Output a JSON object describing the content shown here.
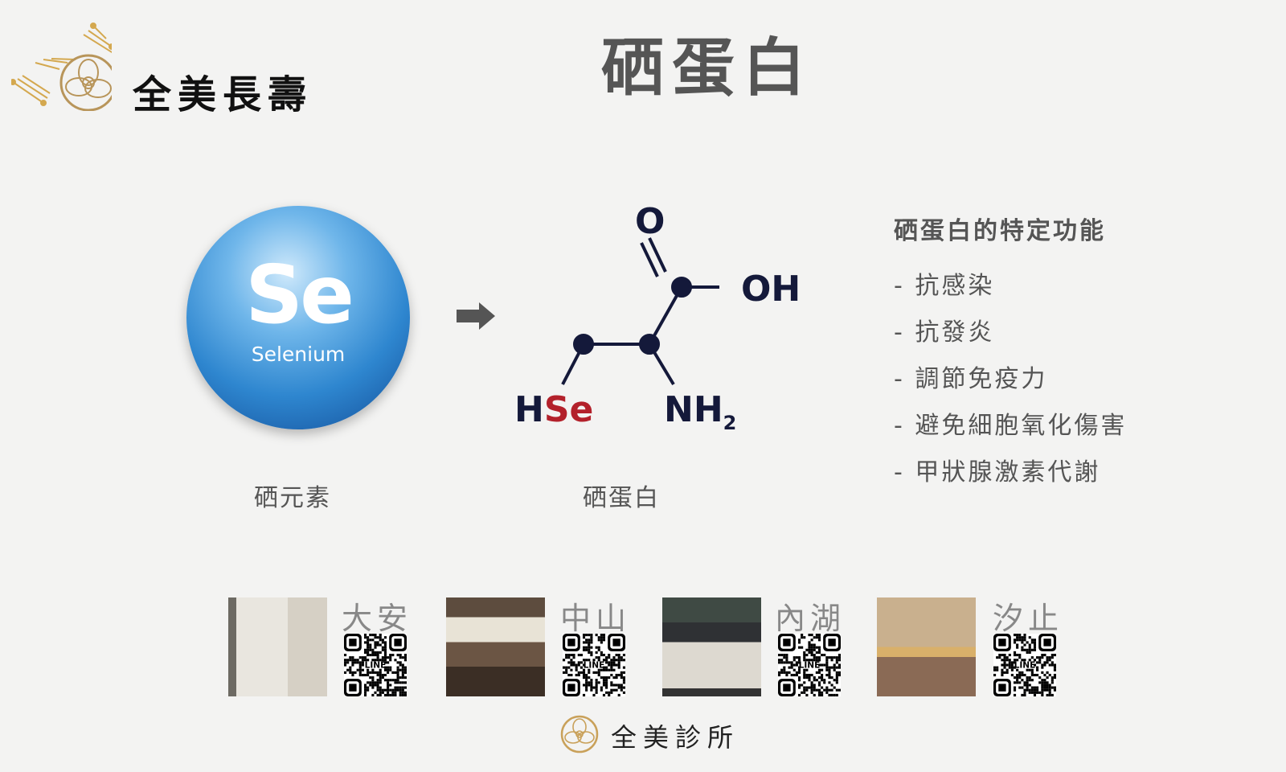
{
  "header": {
    "logo_text": "全美長壽",
    "title": "硒蛋白"
  },
  "element": {
    "symbol": "Se",
    "name": "Selenium",
    "caption": "硒元素"
  },
  "molecule": {
    "o": "O",
    "oh": "OH",
    "hse_h": "H",
    "hse_se": "Se",
    "nh2": "NH",
    "nh2_sub": "2",
    "caption": "硒蛋白"
  },
  "functions": {
    "title": "硒蛋白的特定功能",
    "items": [
      "- 抗感染",
      "- 抗發炎",
      "- 調節免疫力",
      "- 避免細胞氧化傷害",
      "- 甲狀腺激素代謝"
    ]
  },
  "branches": [
    {
      "name": "大安",
      "qr_label": "LINE"
    },
    {
      "name": "中山",
      "qr_label": "LINE"
    },
    {
      "name": "內湖",
      "qr_label": "LINE"
    },
    {
      "name": "汐止",
      "qr_label": "LINE"
    }
  ],
  "footer": {
    "clinic_name": "全美診所"
  },
  "colors": {
    "gold": "#c9a15a",
    "navy": "#14193a",
    "red": "#b3212b"
  }
}
